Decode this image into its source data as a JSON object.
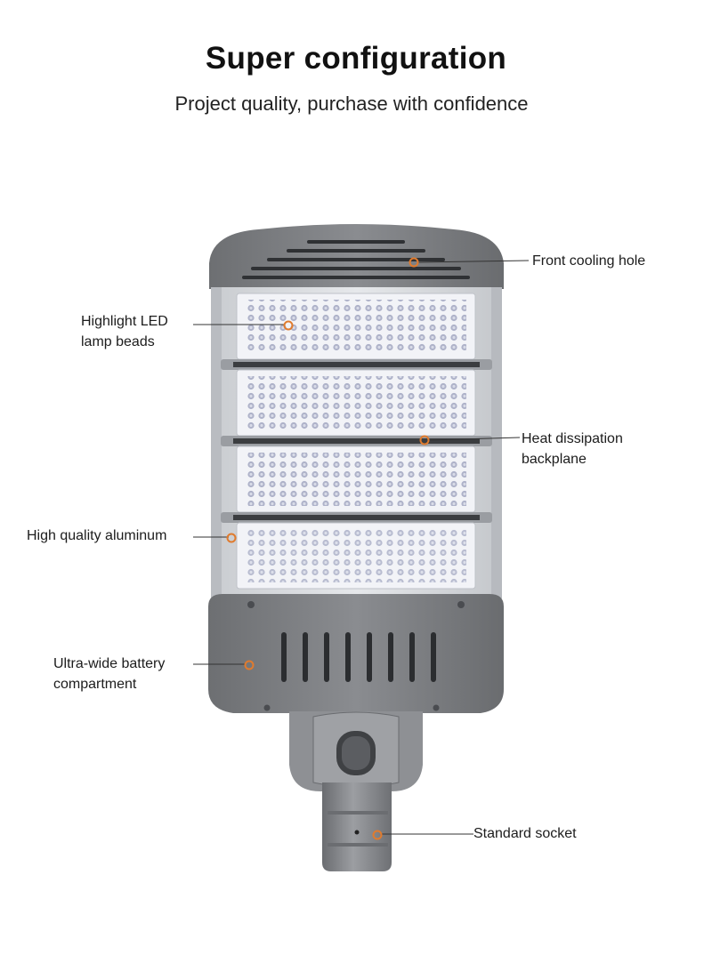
{
  "header": {
    "title": "Super configuration",
    "subtitle": "Project quality, purchase with confidence"
  },
  "callouts": {
    "front_cooling_hole": "Front cooling hole",
    "led_beads_line1": "Highlight LED",
    "led_beads_line2": "lamp beads",
    "heat_dissipation_line1": "Heat dissipation",
    "heat_dissipation_line2": "backplane",
    "aluminum": "High quality aluminum",
    "battery_line1": "Ultra-wide battery",
    "battery_line2": "compartment",
    "socket": "Standard socket"
  },
  "colors": {
    "housing": "#7d7f82",
    "marker": "#e07b2e",
    "led_panel": "#e4e6ee",
    "led_bead": "#a8acc4"
  }
}
